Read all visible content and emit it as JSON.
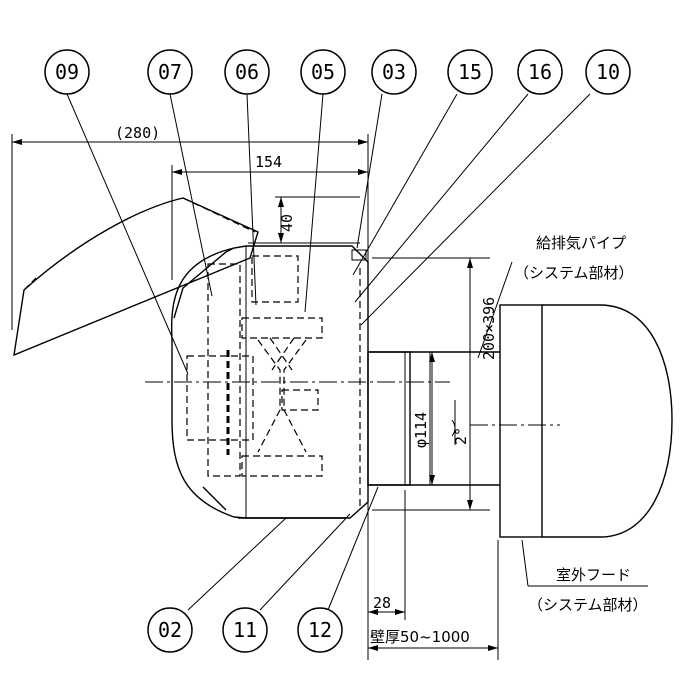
{
  "callouts": {
    "top": [
      "09",
      "07",
      "06",
      "05",
      "03",
      "15",
      "16",
      "10"
    ],
    "bottom": [
      "02",
      "11",
      "12"
    ]
  },
  "dimensions": {
    "overall": "(280)",
    "body_width": "154",
    "top_offset": "40",
    "opening": "200×396",
    "pipe_diameter": "φ114",
    "slope": "2°",
    "flange": "28",
    "wall_thickness": "壁厚50~1000"
  },
  "notes": {
    "pipe_name": "給排気パイプ",
    "pipe_note": "（システム部材）",
    "hood_name": "室外フード",
    "hood_note": "（システム部材）"
  }
}
